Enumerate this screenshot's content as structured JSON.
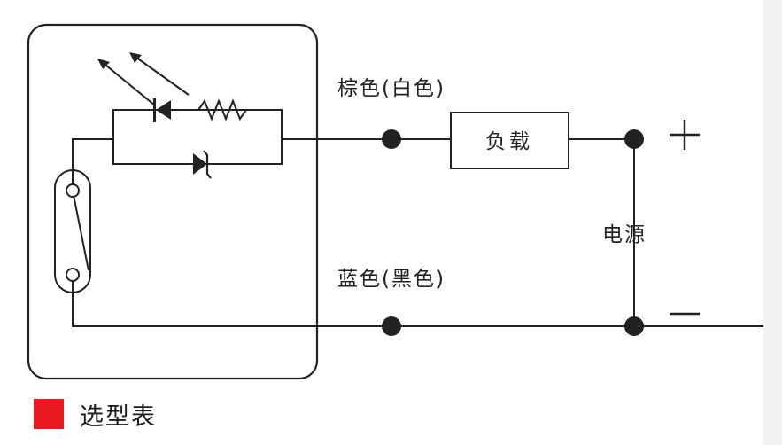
{
  "diagram": {
    "brown_wire_label": "棕色(白色)",
    "blue_wire_label": "蓝色(黑色)",
    "load_label": "负载",
    "power_label": "电源",
    "positive_terminal": "+",
    "negative_terminal": "—"
  },
  "footer": {
    "section_label": "选型表",
    "accent_color": "#e8191f"
  }
}
